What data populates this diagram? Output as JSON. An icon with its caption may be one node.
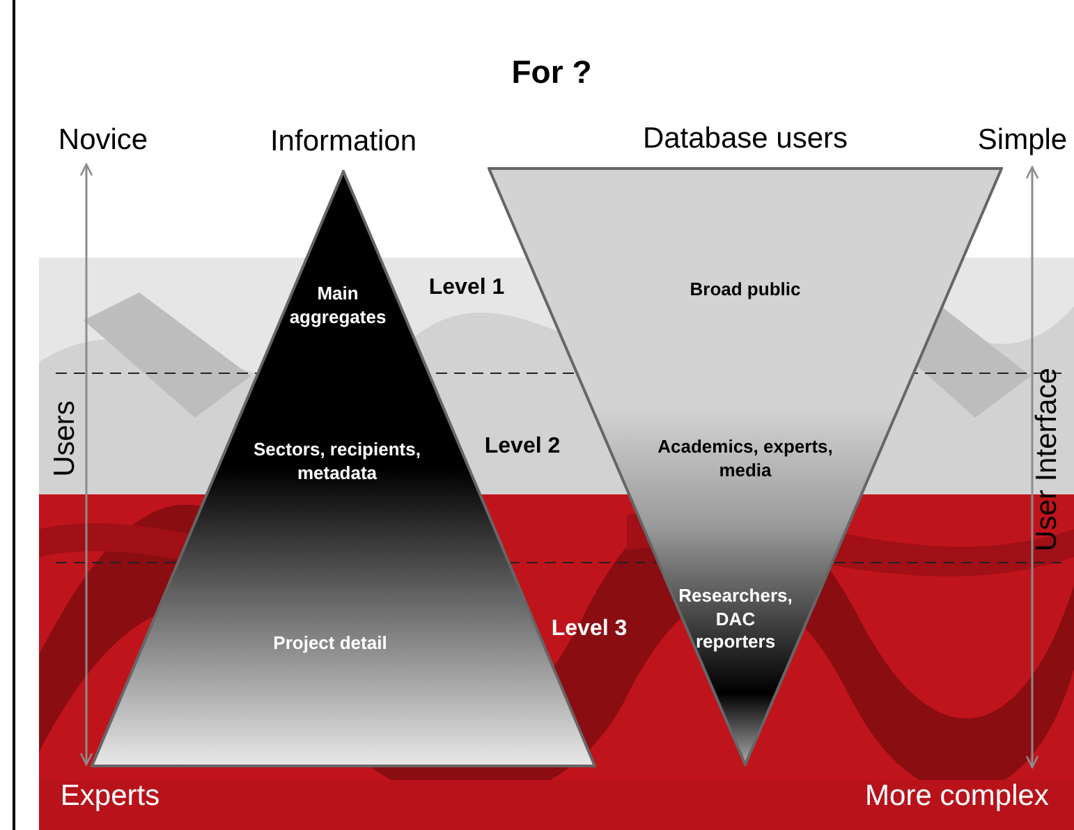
{
  "diagram": {
    "title": "For ?",
    "nodes": [
      {
        "text": [
          "Information"
        ]
      },
      {
        "text": [
          "Main aggregates"
        ],
        "in": 0
      },
      {
        "text": [
          "Sectors, recipients, metadata"
        ],
        "in": 0
      },
      {
        "text": [
          "Project detail"
        ],
        "in": 0
      },
      {
        "text": [
          "Database users"
        ]
      },
      {
        "text": [
          "Broad public"
        ],
        "in": 4
      },
      {
        "text": [
          "Academics, experts, media"
        ],
        "in": 4
      },
      {
        "text": [
          "Researchers, DAC reporters"
        ],
        "in": 4
      }
    ],
    "edges": [],
    "labels": [
      "Novice",
      "Simple",
      "Level 1",
      "Users",
      "Level 2",
      "User Interface",
      "Level 3",
      "Experts",
      "More complex"
    ]
  }
}
